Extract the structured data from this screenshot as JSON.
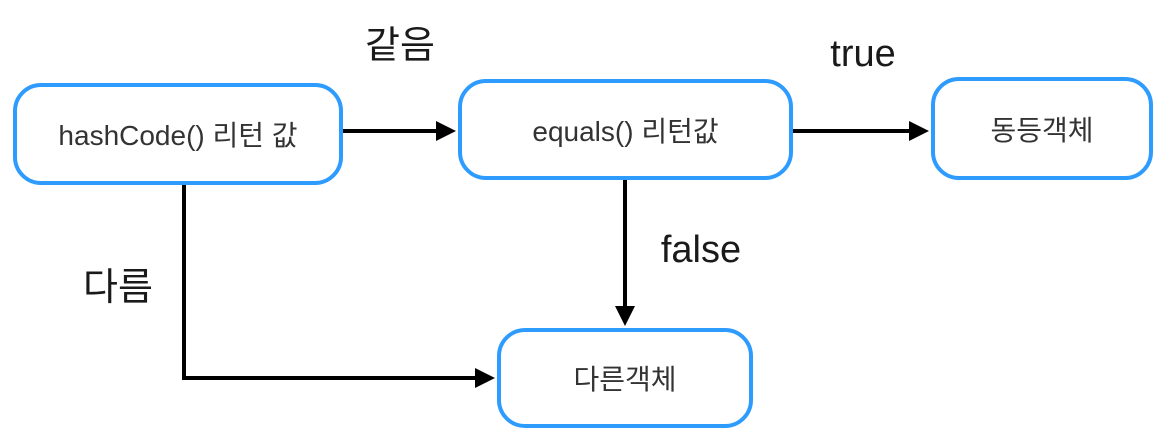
{
  "diagram": {
    "title": "hashCode-equals-object-comparison-flowchart",
    "nodes": [
      {
        "id": "hashcode",
        "label": "hashCode() 리턴 값"
      },
      {
        "id": "equals",
        "label": "equals() 리턴값"
      },
      {
        "id": "equal_object",
        "label": "동등객체"
      },
      {
        "id": "different_object",
        "label": "다른객체"
      }
    ],
    "edge_labels": [
      {
        "id": "same",
        "label": "같음"
      },
      {
        "id": "true",
        "label": "true"
      },
      {
        "id": "false",
        "label": "false"
      },
      {
        "id": "different",
        "label": "다름"
      }
    ],
    "edges": [
      {
        "from": "hashcode",
        "to": "equals",
        "label": "같음"
      },
      {
        "from": "equals",
        "to": "equal_object",
        "label": "true"
      },
      {
        "from": "equals",
        "to": "different_object",
        "label": "false"
      },
      {
        "from": "hashcode",
        "to": "different_object",
        "label": "다름"
      }
    ],
    "colors": {
      "node_border": "#2E9BFF",
      "arrow": "#000000",
      "node_text": "#333333",
      "label_text": "#1a1a1a",
      "background": "#ffffff"
    }
  }
}
